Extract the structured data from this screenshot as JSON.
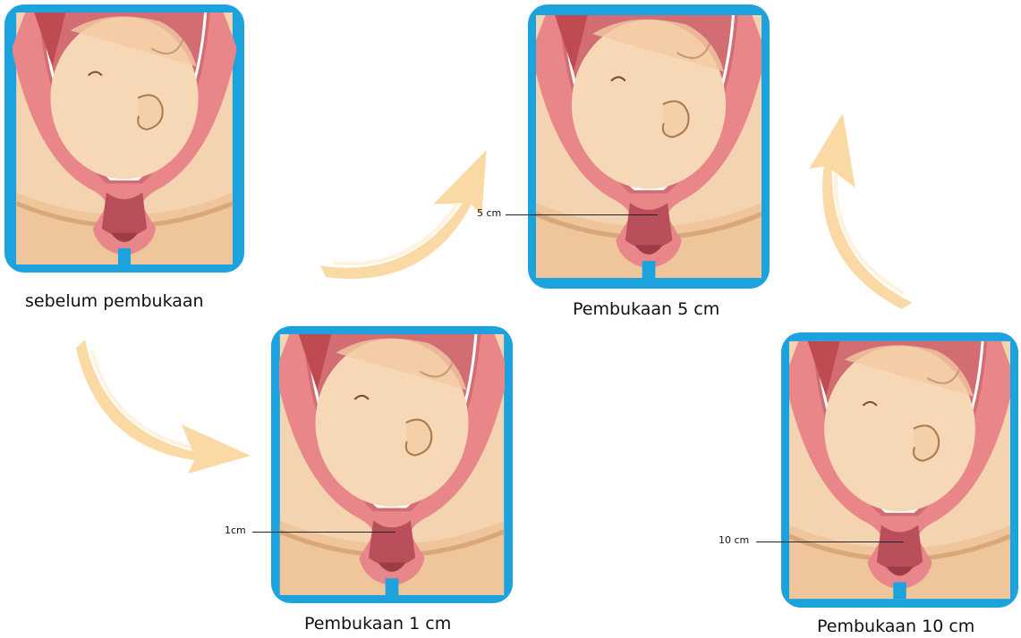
{
  "stages": [
    {
      "id": "before",
      "caption": "sebelum pembukaan",
      "measure": ""
    },
    {
      "id": "1cm",
      "caption": "Pembukaan 1 cm",
      "measure": "1cm"
    },
    {
      "id": "5cm",
      "caption": "Pembukaan 5 cm",
      "measure": "5 cm"
    },
    {
      "id": "10cm",
      "caption": "Pembukaan 10 cm",
      "measure": "10 cm"
    }
  ],
  "colors": {
    "frame": "#1ca3dd",
    "skin": "#f3cfa9",
    "uterus": "#e8868a",
    "arrow": "#fbd9a5"
  }
}
